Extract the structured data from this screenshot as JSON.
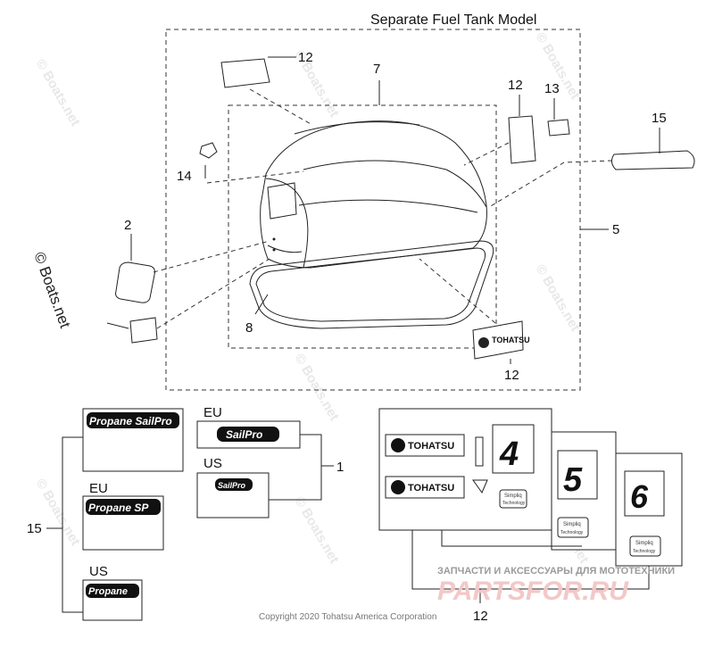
{
  "title": "Separate Fuel Tank Model",
  "watermark": "© Boats.net",
  "copyright": "Copyright 2020 Tohatsu America Corporation",
  "shop": {
    "line1": "ЗАПЧАСТИ И АКСЕССУАРЫ ДЛЯ МОТОТЕХНИКИ",
    "line2": "PARTSFOR.RU"
  },
  "callouts": {
    "c12a": "12",
    "c7": "7",
    "c12b": "12",
    "c13": "13",
    "c15a": "15",
    "c14": "14",
    "c2": "2",
    "c5": "5",
    "c8": "8",
    "c12c": "12",
    "c1": "1",
    "c15b": "15",
    "c12d": "12"
  },
  "regions": {
    "eu1": "EU",
    "us1": "US",
    "eu2": "EU",
    "us2": "US"
  },
  "decals": {
    "propane_sailpro": "Propane SailPro",
    "sailpro_eu": "SailPro",
    "sailpro_us": "SailPro",
    "propane_sp": "Propane SP",
    "propane": "Propane",
    "tohatsu": "TOHATSU",
    "simpliq": "Simpliq",
    "technology": "Technology",
    "four": "4",
    "five": "5",
    "six": "6"
  }
}
